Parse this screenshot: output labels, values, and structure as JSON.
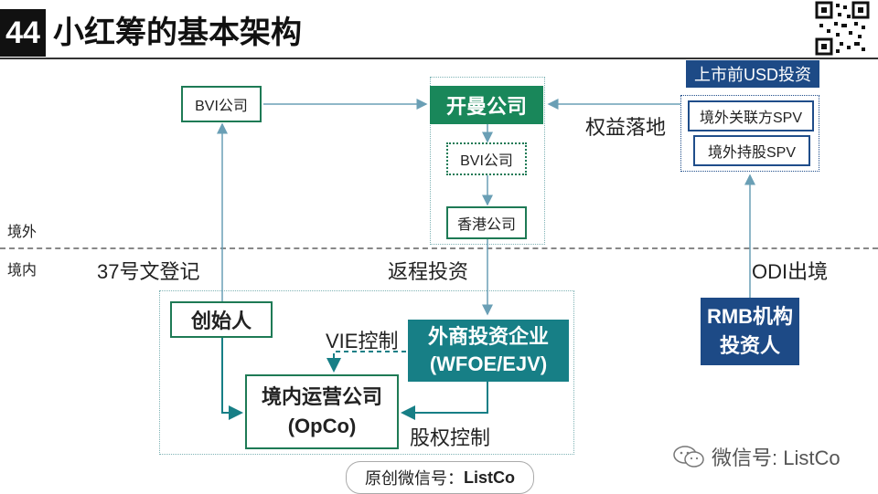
{
  "header": {
    "number": "44",
    "title": "小红筹的基本架构"
  },
  "regions": {
    "offshore": "境外",
    "onshore": "境内"
  },
  "nodes": {
    "bvi_left": "BVI公司",
    "kaiman": "开曼公司",
    "bvi_mid": "BVI公司",
    "hk": "香港公司",
    "pre_ipo": "上市前USD投资",
    "spv_related": "境外关联方SPV",
    "spv_holding": "境外持股SPV",
    "founder": "创始人",
    "wfoe_line1": "外商投资企业",
    "wfoe_line2": "(WFOE/EJV)",
    "opco_line1": "境内运营公司",
    "opco_line2": "(OpCo)",
    "rmb_line1": "RMB机构",
    "rmb_line2": "投资人"
  },
  "labels": {
    "rights_land": "权益落地",
    "reg37": "37号文登记",
    "round_trip": "返程投资",
    "odi": "ODI出境",
    "vie": "VIE控制",
    "equity_control": "股权控制"
  },
  "footer": {
    "original": "原创微信号：",
    "account": "ListCo",
    "watermark": "微信号: ListCo"
  },
  "colors": {
    "green": "#19875a",
    "teal": "#177f86",
    "navy": "#1d4a86",
    "arrow": "#6a9fb5"
  }
}
